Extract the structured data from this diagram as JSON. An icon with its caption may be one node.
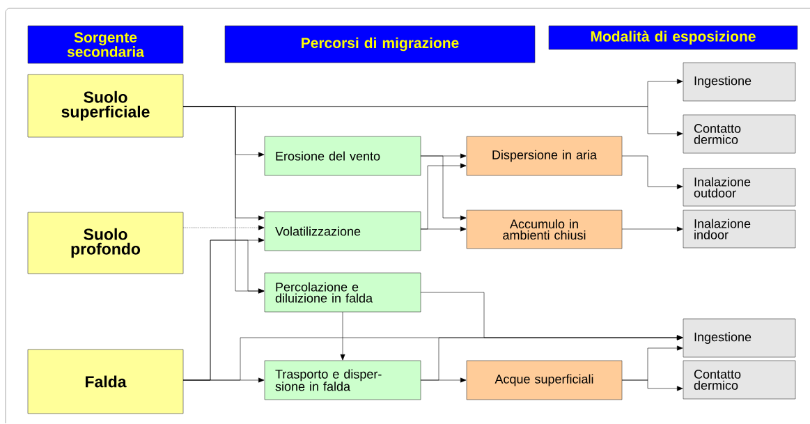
{
  "diagram": {
    "nodes": [
      {
        "text": [
          "Sorgente secondaria"
        ]
      },
      {
        "text": [
          "Percorsi di migrazione"
        ]
      },
      {
        "text": [
          "Modalità di esposizione"
        ]
      },
      {
        "text": [
          "Suolo superficiale"
        ]
      },
      {
        "text": [
          "Suolo profondo"
        ]
      },
      {
        "text": [
          "Falda"
        ]
      },
      {
        "text": [
          "Erosione del vento"
        ]
      },
      {
        "text": [
          "Volatilizzazione"
        ]
      },
      {
        "text": [
          "Percolazione e diluizione in falda"
        ]
      },
      {
        "text": [
          "Trasporto e disper- sione in falda"
        ]
      },
      {
        "text": [
          "Dispersione in aria"
        ]
      },
      {
        "text": [
          "Accumulo in ambienti chiusi"
        ]
      },
      {
        "text": [
          "Acque superficiali"
        ]
      },
      {
        "text": [
          "Ingestione"
        ]
      },
      {
        "text": [
          "Contatto dermico"
        ]
      },
      {
        "text": [
          "Inalazione outdoor"
        ]
      },
      {
        "text": [
          "Inalazione indoor"
        ]
      },
      {
        "text": [
          "Ingestione"
        ]
      },
      {
        "text": [
          "Contatto dermico"
        ]
      }
    ],
    "edges": [
      {
        "from": 3,
        "to": 13,
        "arrow": "to"
      },
      {
        "from": 3,
        "to": 14,
        "arrow": "to"
      },
      {
        "from": 3,
        "to": 6,
        "arrow": "to"
      },
      {
        "from": 3,
        "to": 7,
        "arrow": "to"
      },
      {
        "from": 3,
        "to": 8,
        "arrow": "to"
      },
      {
        "from": 4,
        "to": 7,
        "arrow": "to",
        "style": "dashed"
      },
      {
        "from": 5,
        "to": 7,
        "arrow": "to"
      },
      {
        "from": 5,
        "to": 8,
        "arrow": "to"
      },
      {
        "from": 5,
        "to": 9,
        "arrow": "to"
      },
      {
        "from": 5,
        "to": 17,
        "arrow": "to"
      },
      {
        "from": 6,
        "to": 10,
        "arrow": "to"
      },
      {
        "from": 6,
        "to": 11,
        "arrow": "to"
      },
      {
        "from": 7,
        "to": 11,
        "arrow": "to"
      },
      {
        "from": 7,
        "to": 10,
        "arrow": "to"
      },
      {
        "from": 8,
        "to": 9,
        "arrow": "to"
      },
      {
        "from": 8,
        "to": 17,
        "arrow": "to"
      },
      {
        "from": 9,
        "to": 12,
        "arrow": "to"
      },
      {
        "from": 9,
        "to": 17,
        "arrow": "to"
      },
      {
        "from": 10,
        "to": 15,
        "arrow": "to"
      },
      {
        "from": 11,
        "to": 16,
        "arrow": "to"
      },
      {
        "from": 12,
        "to": 17,
        "arrow": "to"
      },
      {
        "from": 12,
        "to": 18,
        "arrow": "to"
      }
    ]
  }
}
